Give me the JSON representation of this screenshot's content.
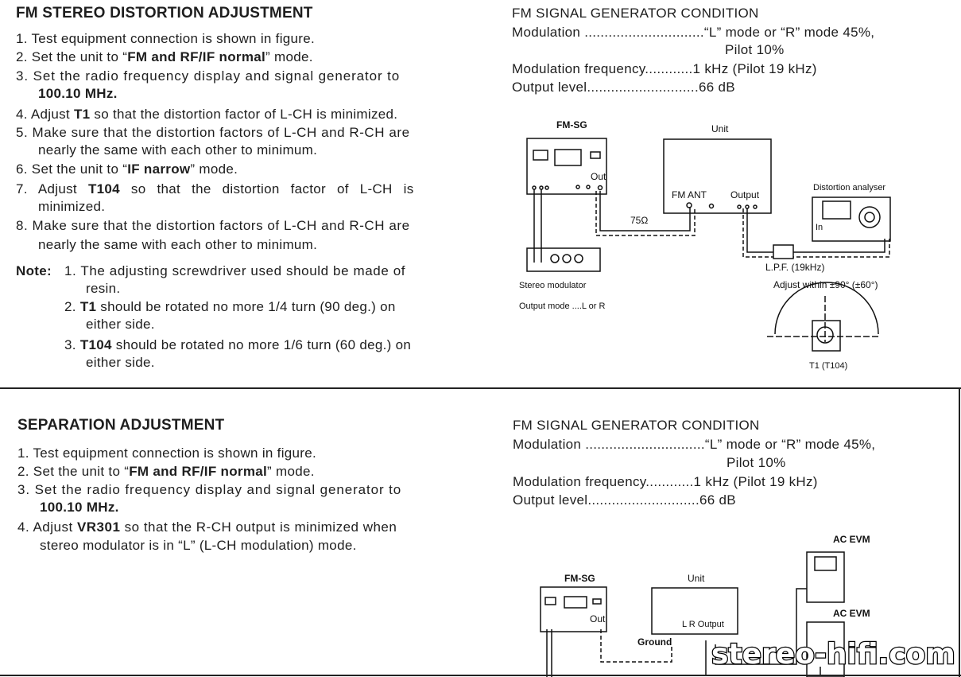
{
  "sec1": {
    "title": "FM STEREO DISTORTION ADJUSTMENT",
    "s1": "1.  Test equipment connection is shown in figure.",
    "s2a": "2.  Set the unit to “",
    "s2b": "FM and RF/IF normal",
    "s2c": "” mode.",
    "s3a": "3.  Set the radio frequency display and signal generator to",
    "s3b": "100.10 MHz.",
    "s4a": "4.  Adjust ",
    "s4b": "T1",
    "s4c": " so that the distortion factor of L-CH is minimized.",
    "s5a": "5.  Make sure that the distortion factors of L-CH and R-CH are",
    "s5b": "nearly the same with each other to minimum.",
    "s6a": "6.  Set the unit to “",
    "s6b": "IF narrow",
    "s6c": "” mode.",
    "s7a": "7.  Adjust ",
    "s7b": "T104",
    "s7c": " so that the distortion factor of L-CH is",
    "s7d": "minimized.",
    "s8a": "8.  Make sure that the distortion factors of L-CH and R-CH are",
    "s8b": "nearly the same with each other to minimum.",
    "note_label": "Note:",
    "n1a": "1.  The adjusting screwdriver used should be made of",
    "n1b": "resin.",
    "n2a": "2.  ",
    "n2b": "T1",
    "n2c": " should be rotated no more 1/4 turn (90 deg.) on",
    "n2d": "either side.",
    "n3a": "3.  ",
    "n3b": "T104",
    "n3c": " should be rotated no more 1/6 turn (60 deg.) on",
    "n3d": "either side."
  },
  "cond1": {
    "title": "FM SIGNAL GENERATOR CONDITION",
    "mod": "Modulation ..............................“L” mode or “R” mode 45%,",
    "pilot": "Pilot 10%",
    "freq": "Modulation frequency............1 kHz (Pilot 19 kHz)",
    "level": "Output level............................66 dB"
  },
  "fig1": {
    "fmsg": "FM-SG",
    "out": "Out",
    "unit": "Unit",
    "fm_ant": "FM ANT",
    "output": "Output",
    "ohm": "75Ω",
    "analyser": "Distortion analyser",
    "in": "In",
    "lpf": "L.P.F. (19kHz)",
    "stereo_mod": "Stereo modulator",
    "output_mode": "Output mode ....L or R",
    "adjust": "Adjust within ±90° (±60°)",
    "t1": "T1 (T104)"
  },
  "sec2": {
    "title": "SEPARATION ADJUSTMENT",
    "s1": "1.  Test equipment connection is shown in figure.",
    "s2a": "2.  Set the unit to “",
    "s2b": "FM and RF/IF normal",
    "s2c": "” mode.",
    "s3a": "3.  Set the radio frequency display and signal generator to",
    "s3b": "100.10 MHz.",
    "s4a": "4.  Adjust ",
    "s4b": "VR301",
    "s4c": " so that the R-CH output is minimized when",
    "s4d": "stereo modulator is in “L” (L-CH modulation) mode."
  },
  "cond2": {
    "title": "FM SIGNAL GENERATOR CONDITION",
    "mod": "Modulation ..............................“L” mode or “R” mode 45%,",
    "pilot": "Pilot 10%",
    "freq": "Modulation frequency............1 kHz (Pilot 19 kHz)",
    "level": "Output level............................66 dB"
  },
  "fig2": {
    "fmsg": "FM-SG",
    "out": "Out",
    "unit": "Unit",
    "ground": "Ground",
    "output": "L  R  Output",
    "acevm1": "AC EVM",
    "acevm2": "AC EVM"
  },
  "watermark": "stereo-hifi.com"
}
